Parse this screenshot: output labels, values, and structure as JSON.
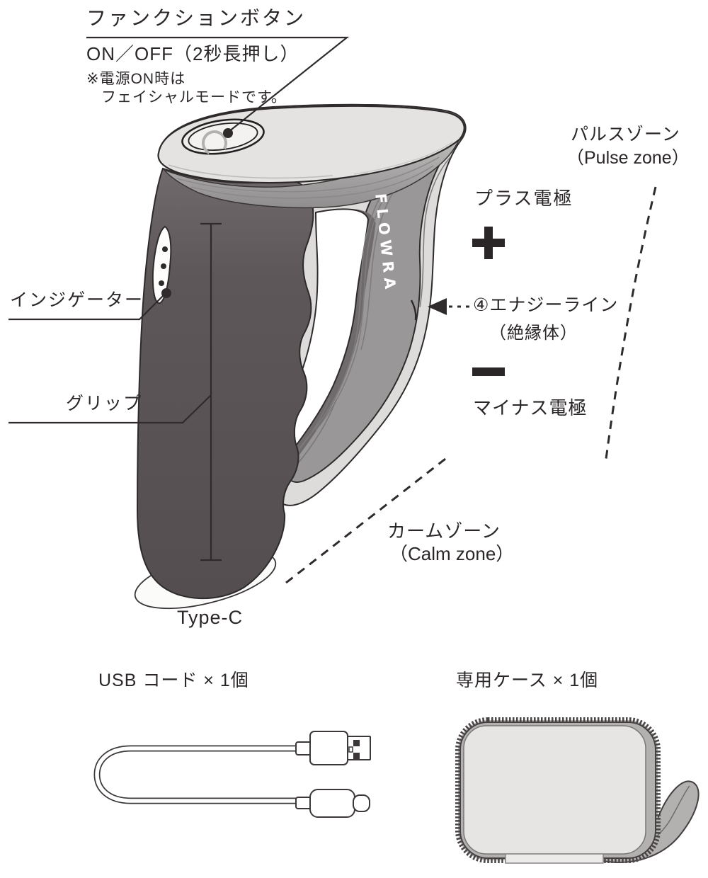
{
  "page": {
    "background": "#ffffff",
    "type": "product parts diagram"
  },
  "device": {
    "brand_logo": "FLOWRA",
    "labels": {
      "function_button": "ファンクションボタン",
      "on_off": "ON／OFF（2秒長押し）",
      "power_note_1": "※電源ON時は",
      "power_note_2": "フェイシャルモードです。",
      "pulse_zone_jp": "パルスゾーン",
      "pulse_zone_en": "（Pulse zone）",
      "plus_electrode": "プラス電極",
      "energy_line": "④エナジーライン",
      "energy_line_sub": "（絶縁体）",
      "minus_electrode": "マイナス電極",
      "indicator": "インジゲーター",
      "grip": "グリップ",
      "calm_zone_jp": "カームゾーン",
      "calm_zone_en": "（Calm zone）",
      "port": "Type-C"
    },
    "symbols": {
      "plus": "＋",
      "minus": "−",
      "power": "⏻",
      "arrow_left": "◀"
    }
  },
  "accessories": {
    "usb_cable": {
      "label": "USB コード × 1個"
    },
    "case": {
      "label": "専用ケース × 1個"
    }
  },
  "colors": {
    "line": "#2f2b2c",
    "text": "#2b2728",
    "grip_dark": "#5a5456",
    "arm_gray": "#9a9798",
    "arm_stripe": "#7f7c7d",
    "hole_band": "#6f6b6c",
    "rim_light": "#dddcdb",
    "cap_light": "#e4e3e2",
    "bridge_gray": "#aba8a8",
    "case_rim": "#b3b0b0",
    "case_face": "#e6e5e4"
  }
}
